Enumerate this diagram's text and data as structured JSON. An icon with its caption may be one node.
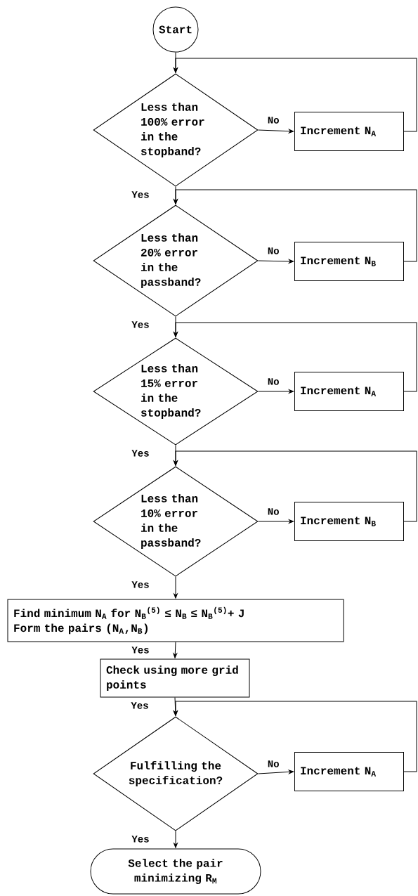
{
  "diagram": {
    "nodes": [
      {
        "text": [
          "Start"
        ]
      },
      {
        "text": [
          "Less than 100% error in the stopband?"
        ]
      },
      {
        "text": [
          "Increment N$_{A}$"
        ]
      },
      {
        "text": [
          "Less than 20% error in the passband?"
        ]
      },
      {
        "text": [
          "Increment N$_{B}$"
        ]
      },
      {
        "text": [
          "Less than 15% error in the stopband?"
        ]
      },
      {
        "text": [
          "Increment N$_{A}$"
        ]
      },
      {
        "text": [
          "Less than 10% error in the passband?"
        ]
      },
      {
        "text": [
          "Increment N$_{B}$"
        ]
      },
      {
        "text": [
          "Find minimum N$_{A}$ for N$_{B}$$^{(5)}$ ≤ N$_{B}$ ≤ N$_{B}$$^{(5)}$+ J",
          "Form the pairs (N$_{A}$,N$_{B}$)"
        ]
      },
      {
        "text": [
          "Check using more grid points"
        ]
      },
      {
        "text": [
          "Fulfilling the specification?"
        ]
      },
      {
        "text": [
          "Increment N$_{A}$"
        ]
      },
      {
        "text": [
          "Select the pair minimizing R$_{M}$"
        ]
      }
    ],
    "edges": [
      {
        "from": 0,
        "to": 1,
        "arrow": "to"
      },
      {
        "from": 1,
        "to": 2,
        "arrow": "to",
        "label": "No"
      },
      {
        "from": 2,
        "to": 1,
        "arrow": "to"
      },
      {
        "from": 1,
        "to": 3,
        "arrow": "to",
        "label": "Yes"
      },
      {
        "from": 3,
        "to": 4,
        "arrow": "to",
        "label": "No"
      },
      {
        "from": 4,
        "to": 3,
        "arrow": "to"
      },
      {
        "from": 3,
        "to": 5,
        "arrow": "to",
        "label": "Yes"
      },
      {
        "from": 5,
        "to": 6,
        "arrow": "to",
        "label": "No"
      },
      {
        "from": 6,
        "to": 5,
        "arrow": "to"
      },
      {
        "from": 5,
        "to": 7,
        "arrow": "to",
        "label": "Yes"
      },
      {
        "from": 7,
        "to": 8,
        "arrow": "to",
        "label": "No"
      },
      {
        "from": 8,
        "to": 7,
        "arrow": "to"
      },
      {
        "from": 7,
        "to": 9,
        "arrow": "to",
        "label": "Yes"
      },
      {
        "from": 9,
        "to": 10,
        "arrow": "to",
        "label": "Yes"
      },
      {
        "from": 10,
        "to": 11,
        "arrow": "to",
        "label": "Yes"
      },
      {
        "from": 11,
        "to": 12,
        "arrow": "to",
        "label": "No"
      },
      {
        "from": 12,
        "to": 11,
        "arrow": "to"
      },
      {
        "from": 11,
        "to": 13,
        "arrow": "to",
        "label": "Yes"
      }
    ]
  }
}
